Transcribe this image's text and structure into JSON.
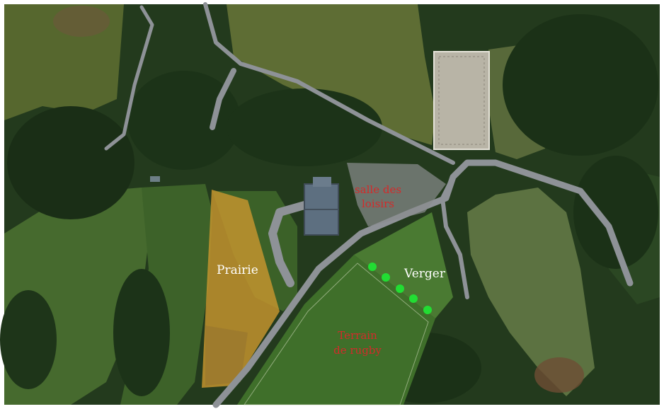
{
  "labels": {
    "salle_line1": "salle des",
    "salle_line2": "loisirs",
    "prairie": "Prairie",
    "verger": "Verger",
    "rugby_line1": "Terrain",
    "rugby_line2": "de rugby"
  },
  "colors": {
    "label_red": "#d42a2a",
    "label_white": "#ffffff",
    "prairie_fill": "#c8962e",
    "orchard_tree": "#22dd33",
    "road": "#8e9297",
    "forest": "#1f3419",
    "field": "#3f6a2a"
  },
  "icons": {
    "orchard_marker": "green-dot",
    "building": "roof-building"
  }
}
